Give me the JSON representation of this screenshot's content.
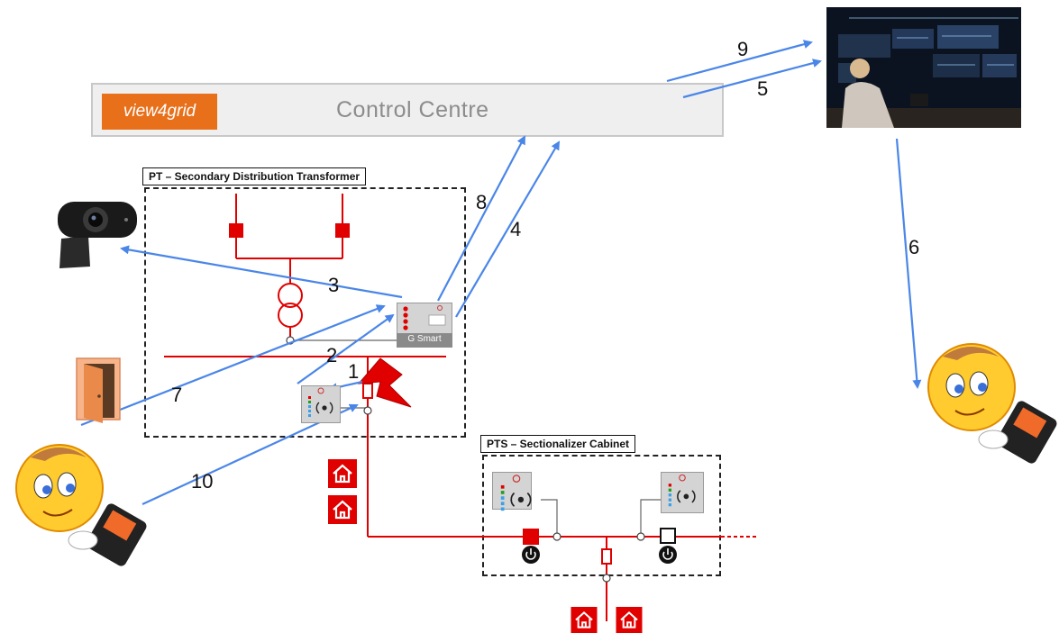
{
  "control_centre": {
    "logo": "view4grid",
    "title": "Control  Centre"
  },
  "pt": {
    "label": "PT – Secondary Distribution Transformer"
  },
  "pts": {
    "label": "PTS – Sectionalizer Cabinet"
  },
  "gsmart": {
    "label": "G Smart"
  },
  "steps": {
    "n1": "1",
    "n2": "2",
    "n3": "3",
    "n4": "4",
    "n5": "5",
    "n6": "6",
    "n7": "7",
    "n8": "8",
    "n9": "9",
    "n10": "10"
  },
  "colors": {
    "arrow": "#4a86e8",
    "line": "#e00000",
    "accent": "#e8701b"
  }
}
